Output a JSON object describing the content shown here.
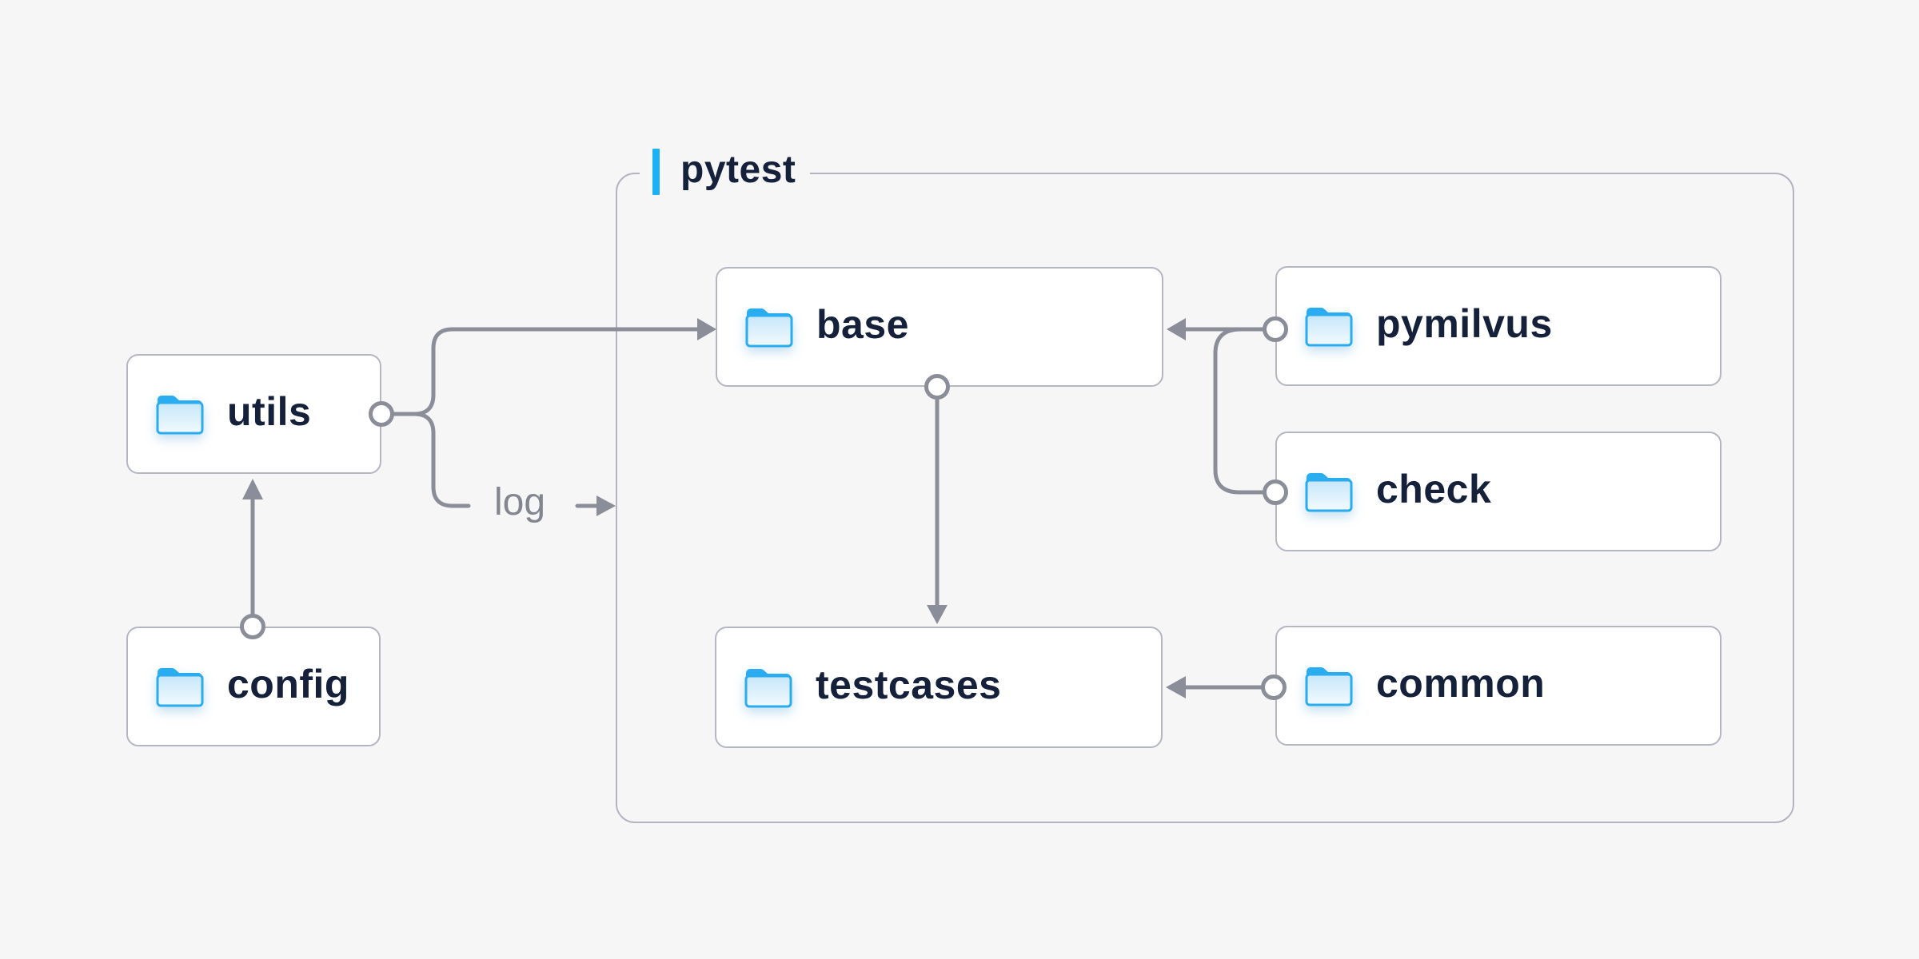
{
  "container": {
    "label": "pytest"
  },
  "nodes": [
    {
      "id": "utils",
      "label": "utils",
      "icon": "folder-icon"
    },
    {
      "id": "config",
      "label": "config",
      "icon": "folder-icon"
    },
    {
      "id": "base",
      "label": "base",
      "icon": "folder-icon"
    },
    {
      "id": "testcases",
      "label": "testcases",
      "icon": "folder-icon"
    },
    {
      "id": "pymilvus",
      "label": "pymilvus",
      "icon": "folder-icon"
    },
    {
      "id": "check",
      "label": "check",
      "icon": "folder-icon"
    },
    {
      "id": "common",
      "label": "common",
      "icon": "folder-icon"
    }
  ],
  "edges": [
    {
      "from": "config",
      "to": "utils",
      "type": "arrow"
    },
    {
      "from": "utils",
      "to": "base",
      "type": "arrow"
    },
    {
      "from": "utils",
      "to": "log",
      "type": "arrow"
    },
    {
      "from": "base",
      "to": "testcases",
      "type": "arrow"
    },
    {
      "from": "pymilvus",
      "to": "base",
      "type": "arrow"
    },
    {
      "from": "check",
      "to": "base",
      "type": "arrow"
    },
    {
      "from": "common",
      "to": "testcases",
      "type": "arrow"
    }
  ],
  "annotations": {
    "log_label": "log"
  },
  "colors": {
    "background": "#f6f6f7",
    "box_fill": "#ffffff",
    "box_border": "#b4b6c2",
    "container_border": "#b4b4c0",
    "connector": "#8b8e98",
    "text": "#15203a",
    "muted_text": "#83868f",
    "folder_blue": "#2aadf0",
    "accent_bar": "#1cb0f6"
  }
}
